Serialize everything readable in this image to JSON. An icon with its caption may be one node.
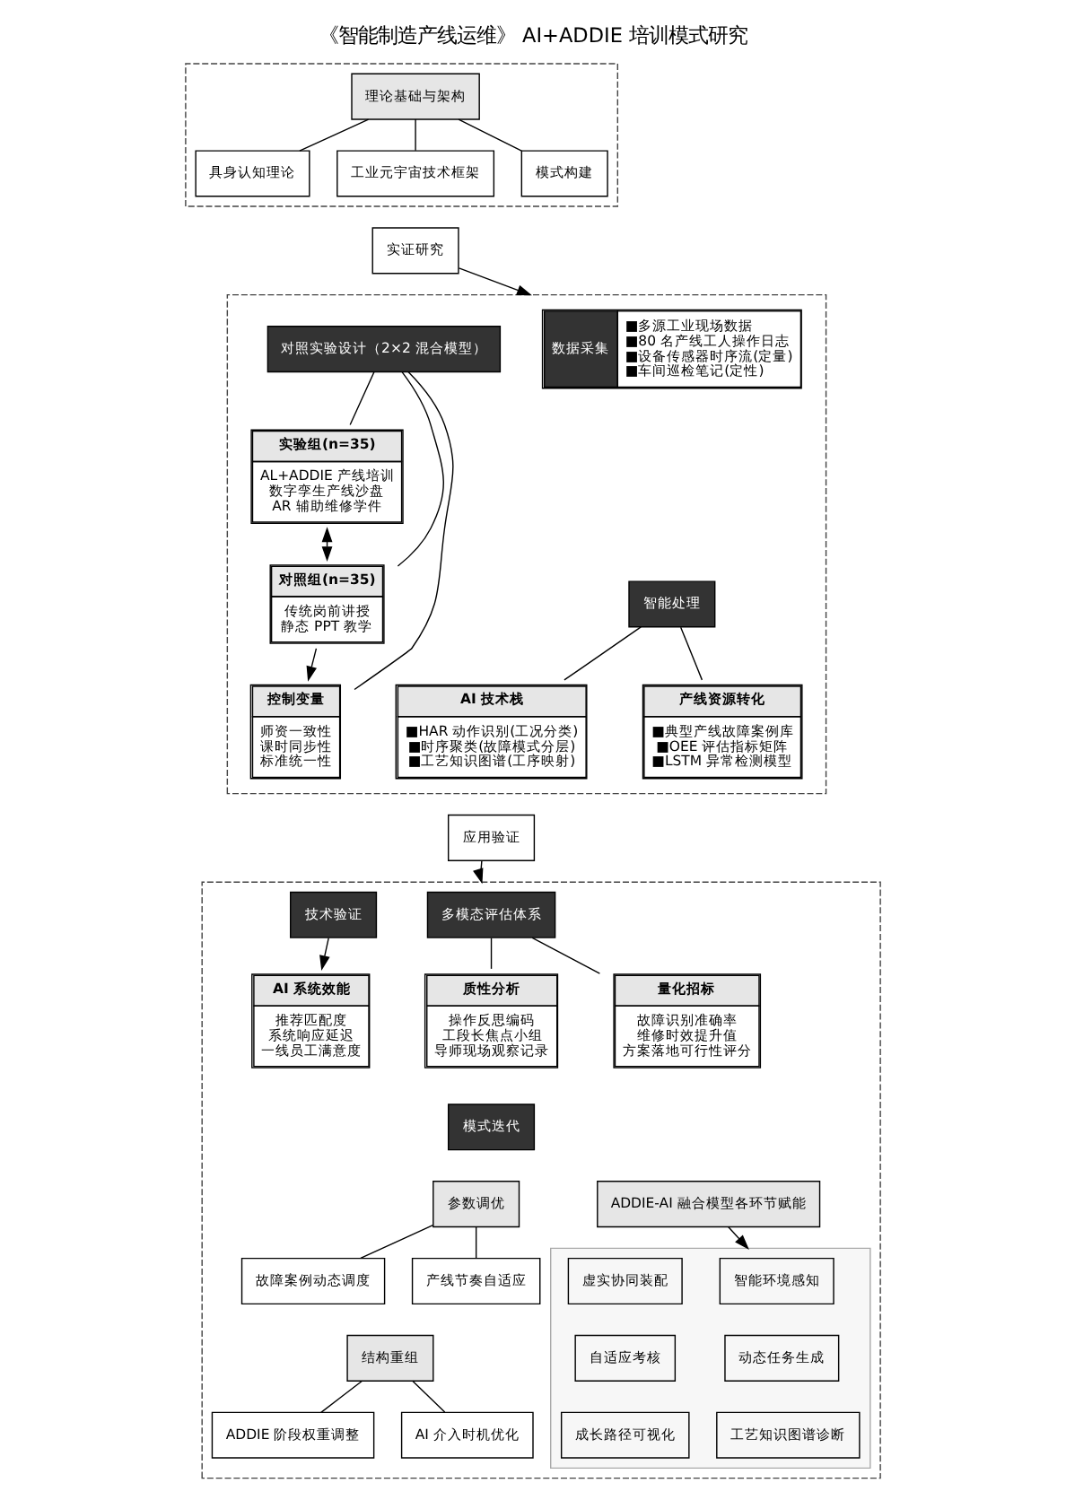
{
  "diagram": {
    "title": "《智能制造产线运维》 AI+ADDIE 培训模式研究",
    "nodes": [
      {
        "text": [],
        "shape": "box"
      },
      {
        "text": [
          "理论基础与架构"
        ],
        "in": 0
      },
      {
        "text": [
          "具身认知理论"
        ],
        "in": 0
      },
      {
        "text": [
          "工业元宇宙技术框架"
        ],
        "in": 0
      },
      {
        "text": [
          "模式构建"
        ],
        "in": 0
      },
      {
        "text": [
          "实证研究"
        ]
      },
      {
        "text": [],
        "shape": "box"
      },
      {
        "text": [
          "数据采集",
          "■多源工业现场数据",
          "■80 名产线工人操作日志",
          "■设备传感器时序流(定量)",
          "■车间巡检笔记(定性)"
        ],
        "in": 6
      },
      {
        "text": [
          "智能处理"
        ],
        "in": 6
      },
      {
        "text": [
          "AI 技术栈",
          "■HAR 动作识别(工况分类)",
          "■时序聚类(故障模式分层)",
          "■工艺知识图谱(工序映射)"
        ],
        "in": 6
      },
      {
        "text": [
          "产线资源转化",
          "■典型产线故障案例库",
          "■OEE 评估指标矩阵",
          "■LSTM 异常检测模型"
        ],
        "in": 6
      },
      {
        "text": [
          "对照实验设计（2×2 混合模型）"
        ],
        "in": 6
      },
      {
        "text": [
          "实验组(n=35)",
          "AL+ADDIE 产线培训",
          "数字孪生产线沙盘",
          "AR 辅助维修学件"
        ],
        "in": 6
      },
      {
        "text": [
          "对照组(n=35)",
          "传统岗前讲授",
          "静态 PPT 教学"
        ],
        "in": 6
      },
      {
        "text": [
          "控制变量",
          "师资一致性",
          "课时同步性",
          "标准统一性"
        ],
        "in": 6
      },
      {
        "text": [
          "应用验证"
        ]
      },
      {
        "text": [],
        "shape": "box"
      },
      {
        "text": [
          "多模态评估体系"
        ],
        "in": 16
      },
      {
        "text": [
          "技术验证"
        ],
        "in": 16
      },
      {
        "text": [
          "量化招标",
          "故障识别准确率",
          "维修时效提升值",
          "方案落地可行性评分"
        ],
        "in": 16
      },
      {
        "text": [
          "质性分析",
          "操作反思编码",
          "工段长焦点小组",
          "导师现场观察记录"
        ],
        "in": 16
      },
      {
        "text": [
          "AI 系统效能",
          "推荐匹配度",
          "系统响应延迟",
          "一线员工满意度"
        ],
        "in": 16
      },
      {
        "text": [
          "模式迭代"
        ],
        "in": 16
      },
      {
        "text": [
          "参数调优"
        ],
        "in": 16
      },
      {
        "text": [
          "产线节奏自适应"
        ],
        "in": 16
      },
      {
        "text": [
          "故障案例动态调度"
        ],
        "in": 16
      },
      {
        "text": [
          "结构重组"
        ],
        "in": 16
      },
      {
        "text": [
          "ADDIE 阶段权重调整"
        ],
        "in": 16
      },
      {
        "text": [
          "AI 介入时机优化"
        ],
        "in": 16
      },
      {
        "text": [
          "ADDIE-AI 融合模型各环节赋能"
        ],
        "in": 16
      },
      {
        "text": [],
        "shape": "box",
        "in": 16
      },
      {
        "text": [
          "智能环境感知"
        ],
        "in": 30
      },
      {
        "text": [
          "虚实协同装配"
        ],
        "in": 30
      },
      {
        "text": [
          "动态任务生成"
        ],
        "in": 30
      },
      {
        "text": [
          "自适应考核"
        ],
        "in": 30
      },
      {
        "text": [
          "工艺知识图谱诊断"
        ],
        "in": 30
      },
      {
        "text": [
          "成长路径可视化"
        ],
        "in": 30
      }
    ],
    "edges": [
      {
        "from": 1,
        "to": 2,
        "arrow": "none"
      },
      {
        "from": 1,
        "to": 3,
        "arrow": "none"
      },
      {
        "from": 1,
        "to": 4,
        "arrow": "none"
      },
      {
        "from": 5,
        "to": 6,
        "arrow": "to"
      },
      {
        "from": 8,
        "to": 9,
        "arrow": "none"
      },
      {
        "from": 8,
        "to": 10,
        "arrow": "none"
      },
      {
        "from": 11,
        "to": 12,
        "arrow": "none"
      },
      {
        "from": 11,
        "to": 13,
        "arrow": "none"
      },
      {
        "from": 11,
        "to": 14,
        "arrow": "none"
      },
      {
        "from": 12,
        "to": 13,
        "arrow": "both"
      },
      {
        "from": 13,
        "to": 14,
        "arrow": "to"
      },
      {
        "from": 15,
        "to": 16,
        "arrow": "to"
      },
      {
        "from": 17,
        "to": 19,
        "arrow": "none"
      },
      {
        "from": 17,
        "to": 20,
        "arrow": "none"
      },
      {
        "from": 18,
        "to": 21,
        "arrow": "to"
      },
      {
        "from": 23,
        "to": 24,
        "arrow": "none"
      },
      {
        "from": 23,
        "to": 25,
        "arrow": "none"
      },
      {
        "from": 26,
        "to": 27,
        "arrow": "none"
      },
      {
        "from": 26,
        "to": 28,
        "arrow": "none"
      },
      {
        "from": 29,
        "to": 30,
        "arrow": "to"
      }
    ]
  }
}
